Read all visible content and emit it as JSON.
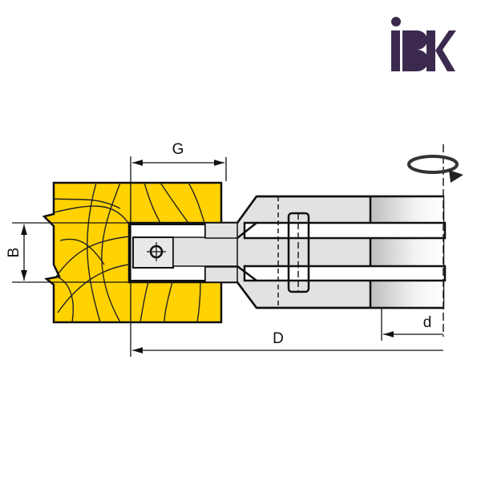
{
  "logo": {
    "text": "IBK",
    "color": "#3b2a4e"
  },
  "dimensions": {
    "G": "G",
    "B": "B",
    "D": "D",
    "d": "d"
  },
  "colors": {
    "wood": "#ffd200",
    "tool": "#e2e2e2",
    "line": "#111111"
  }
}
